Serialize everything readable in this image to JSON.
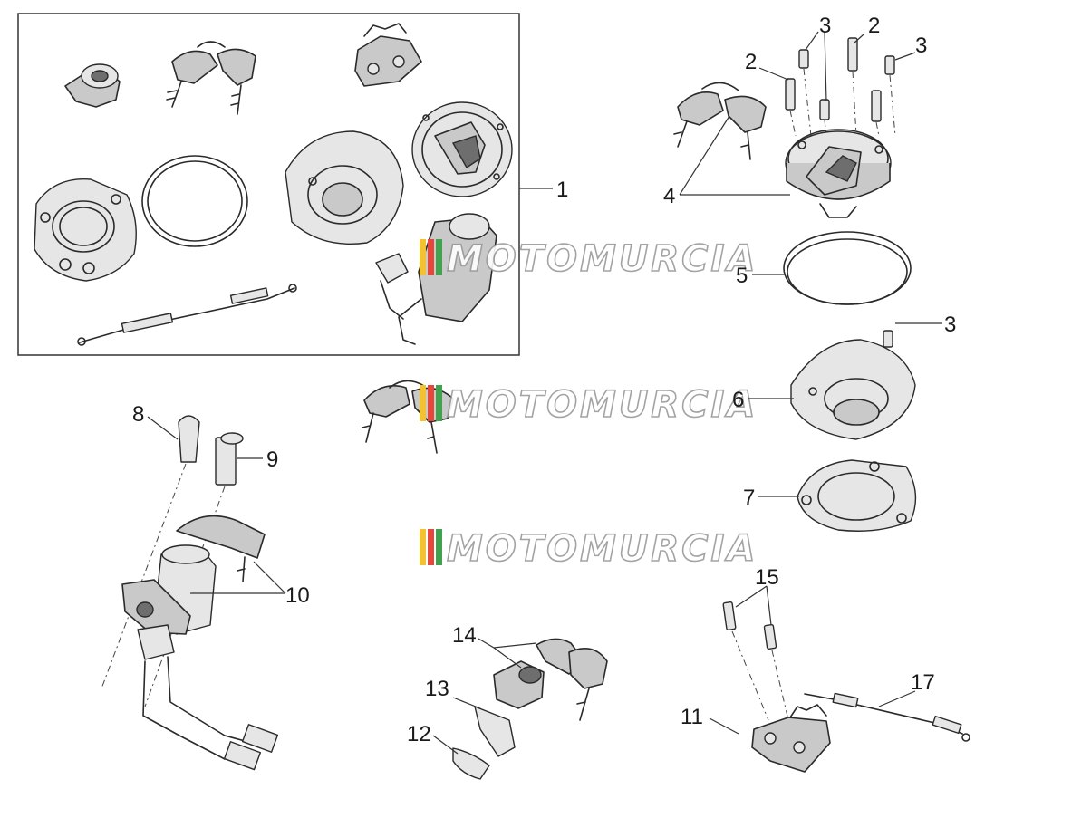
{
  "diagram": {
    "watermark_text": "MOTOMURCIA",
    "watermark_colors": [
      "#f2c230",
      "#e8463a",
      "#3fa34d"
    ],
    "callouts": {
      "c1": "1",
      "c2a": "2",
      "c2b": "2",
      "c3a": "3",
      "c3b": "3",
      "c3c": "3",
      "c4": "4",
      "c5": "5",
      "c6": "6",
      "c7": "7",
      "c8": "8",
      "c9": "9",
      "c10": "10",
      "c11": "11",
      "c12": "12",
      "c13": "13",
      "c14": "14",
      "c15": "15",
      "c17": "17"
    }
  }
}
